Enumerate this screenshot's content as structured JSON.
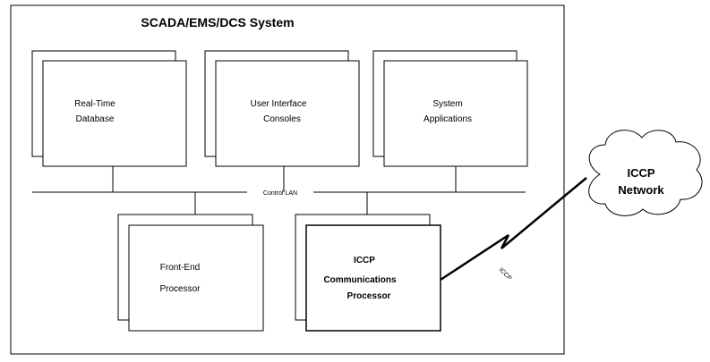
{
  "diagram": {
    "system_title": "SCADA/EMS/DCS System",
    "boxes": {
      "realtime_db": [
        "Real-Time",
        "Database"
      ],
      "ui_consoles": [
        "User Interface",
        "Consoles"
      ],
      "sys_apps": [
        "System",
        "Applications"
      ],
      "front_end": [
        "Front-End",
        "Processor"
      ],
      "iccp_comm": [
        "ICCP",
        "Communications",
        "Processor"
      ]
    },
    "lan_label": "Control LAN",
    "link_label": "ICCP",
    "cloud_label": [
      "ICCP",
      "Network"
    ]
  }
}
